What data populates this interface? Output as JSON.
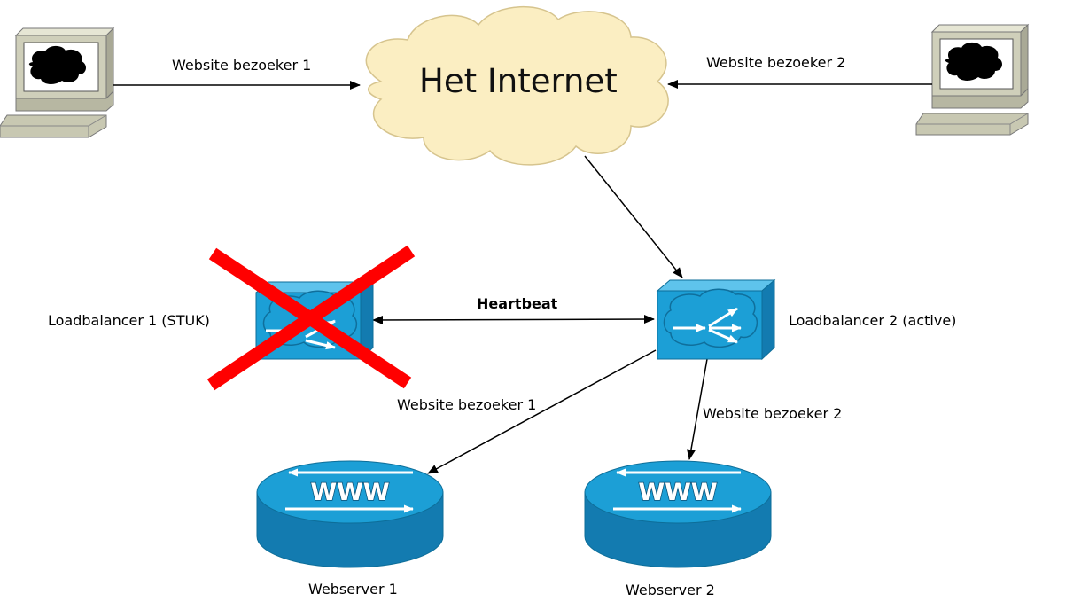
{
  "cloud": {
    "title": "Het Internet"
  },
  "visitors": {
    "left_label": "Website bezoeker 1",
    "right_label": "Website bezoeker 2"
  },
  "loadbalancers": {
    "lb1_label": "Loadbalancer 1 (STUK)",
    "lb2_label": "Loadbalancer 2 (active)",
    "heartbeat_label": "Heartbeat",
    "lb1_status": "failed"
  },
  "links": {
    "to_ws1_label": "Website bezoeker 1",
    "to_ws2_label": "Website bezoeker 2"
  },
  "webservers": {
    "ws1_label": "Webserver 1",
    "ws2_label": "Webserver 2",
    "www_text": "WWW"
  },
  "colors": {
    "cloud_fill": "#fbeec2",
    "device_blue": "#1c9fd6",
    "failure_cross": "#ff0000",
    "computer_beige": "#c8c8b2"
  }
}
